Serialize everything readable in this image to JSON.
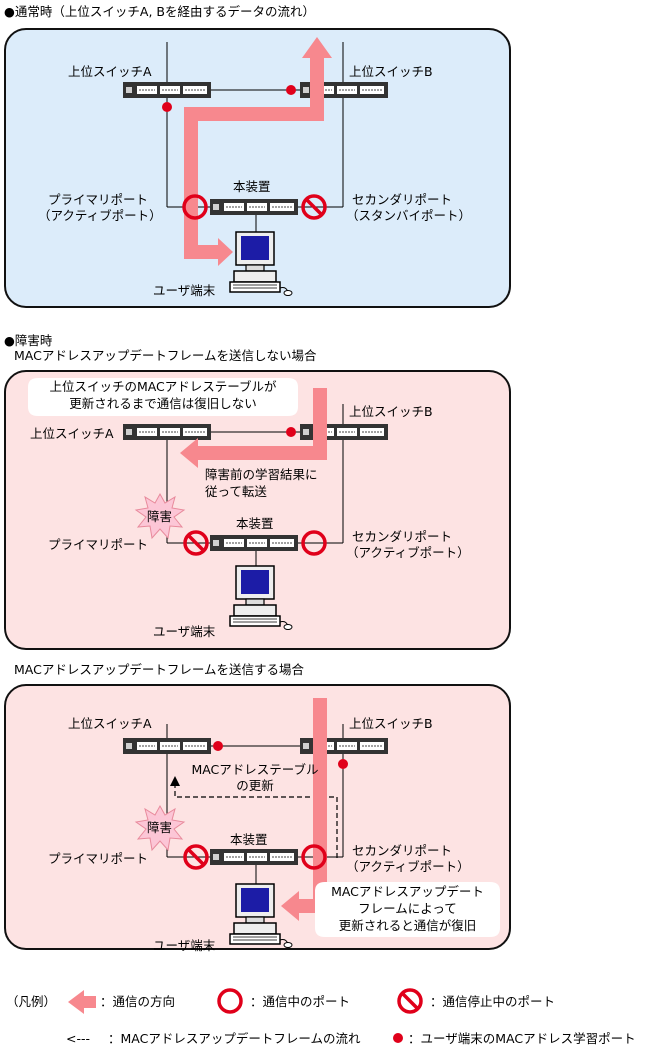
{
  "colors": {
    "normal_bg": "#dcecfa",
    "failure_bg": "#fde3e3",
    "flow_arrow": "#f7888e",
    "port_red": "#e0001a",
    "switch_body": "#333333"
  },
  "normal": {
    "heading": "●通常時（上位スイッチA, Bを経由するデータの流れ）",
    "switch_a": "上位スイッチA",
    "switch_b": "上位スイッチB",
    "device": "本装置",
    "primary_port": "プライマリポート",
    "primary_status": "（アクティブポート）",
    "secondary_port": "セカンダリポート",
    "secondary_status": "（スタンバイポート）",
    "user_terminal": "ユーザ端末"
  },
  "failure": {
    "heading": "●障害時",
    "case1": {
      "title": "MACアドレスアップデートフレームを送信しない場合",
      "callout_line1": "上位スイッチのMACアドレステーブルが",
      "callout_line2": "更新されるまで通信は復旧しない",
      "switch_a": "上位スイッチA",
      "switch_b": "上位スイッチB",
      "forward_line1": "障害前の学習結果に",
      "forward_line2": "従って転送",
      "fault": "障害",
      "device": "本装置",
      "primary_port": "プライマリポート",
      "secondary_port": "セカンダリポート",
      "secondary_status": "（アクティブポート）",
      "user_terminal": "ユーザ端末"
    },
    "case2": {
      "title": "MACアドレスアップデートフレームを送信する場合",
      "switch_a": "上位スイッチA",
      "switch_b": "上位スイッチB",
      "table_line1": "MACアドレステーブル",
      "table_line2": "の更新",
      "fault": "障害",
      "device": "本装置",
      "primary_port": "プライマリポート",
      "secondary_port": "セカンダリポート",
      "secondary_status": "（アクティブポート）",
      "recover_line1": "MACアドレスアップデート",
      "recover_line2": "フレームによって",
      "recover_line3": "更新されると通信が復旧",
      "user_terminal": "ユーザ端末"
    }
  },
  "legend": {
    "title": "（凡例）",
    "direction": "：通信の方向",
    "active_port": "：通信中のポート",
    "stopped_port": "：通信停止中のポート",
    "update_flow_arrow": "<---",
    "update_flow": "：MACアドレスアップデートフレームの流れ",
    "learning_port": "：ユーザ端末のMACアドレス学習ポート"
  }
}
